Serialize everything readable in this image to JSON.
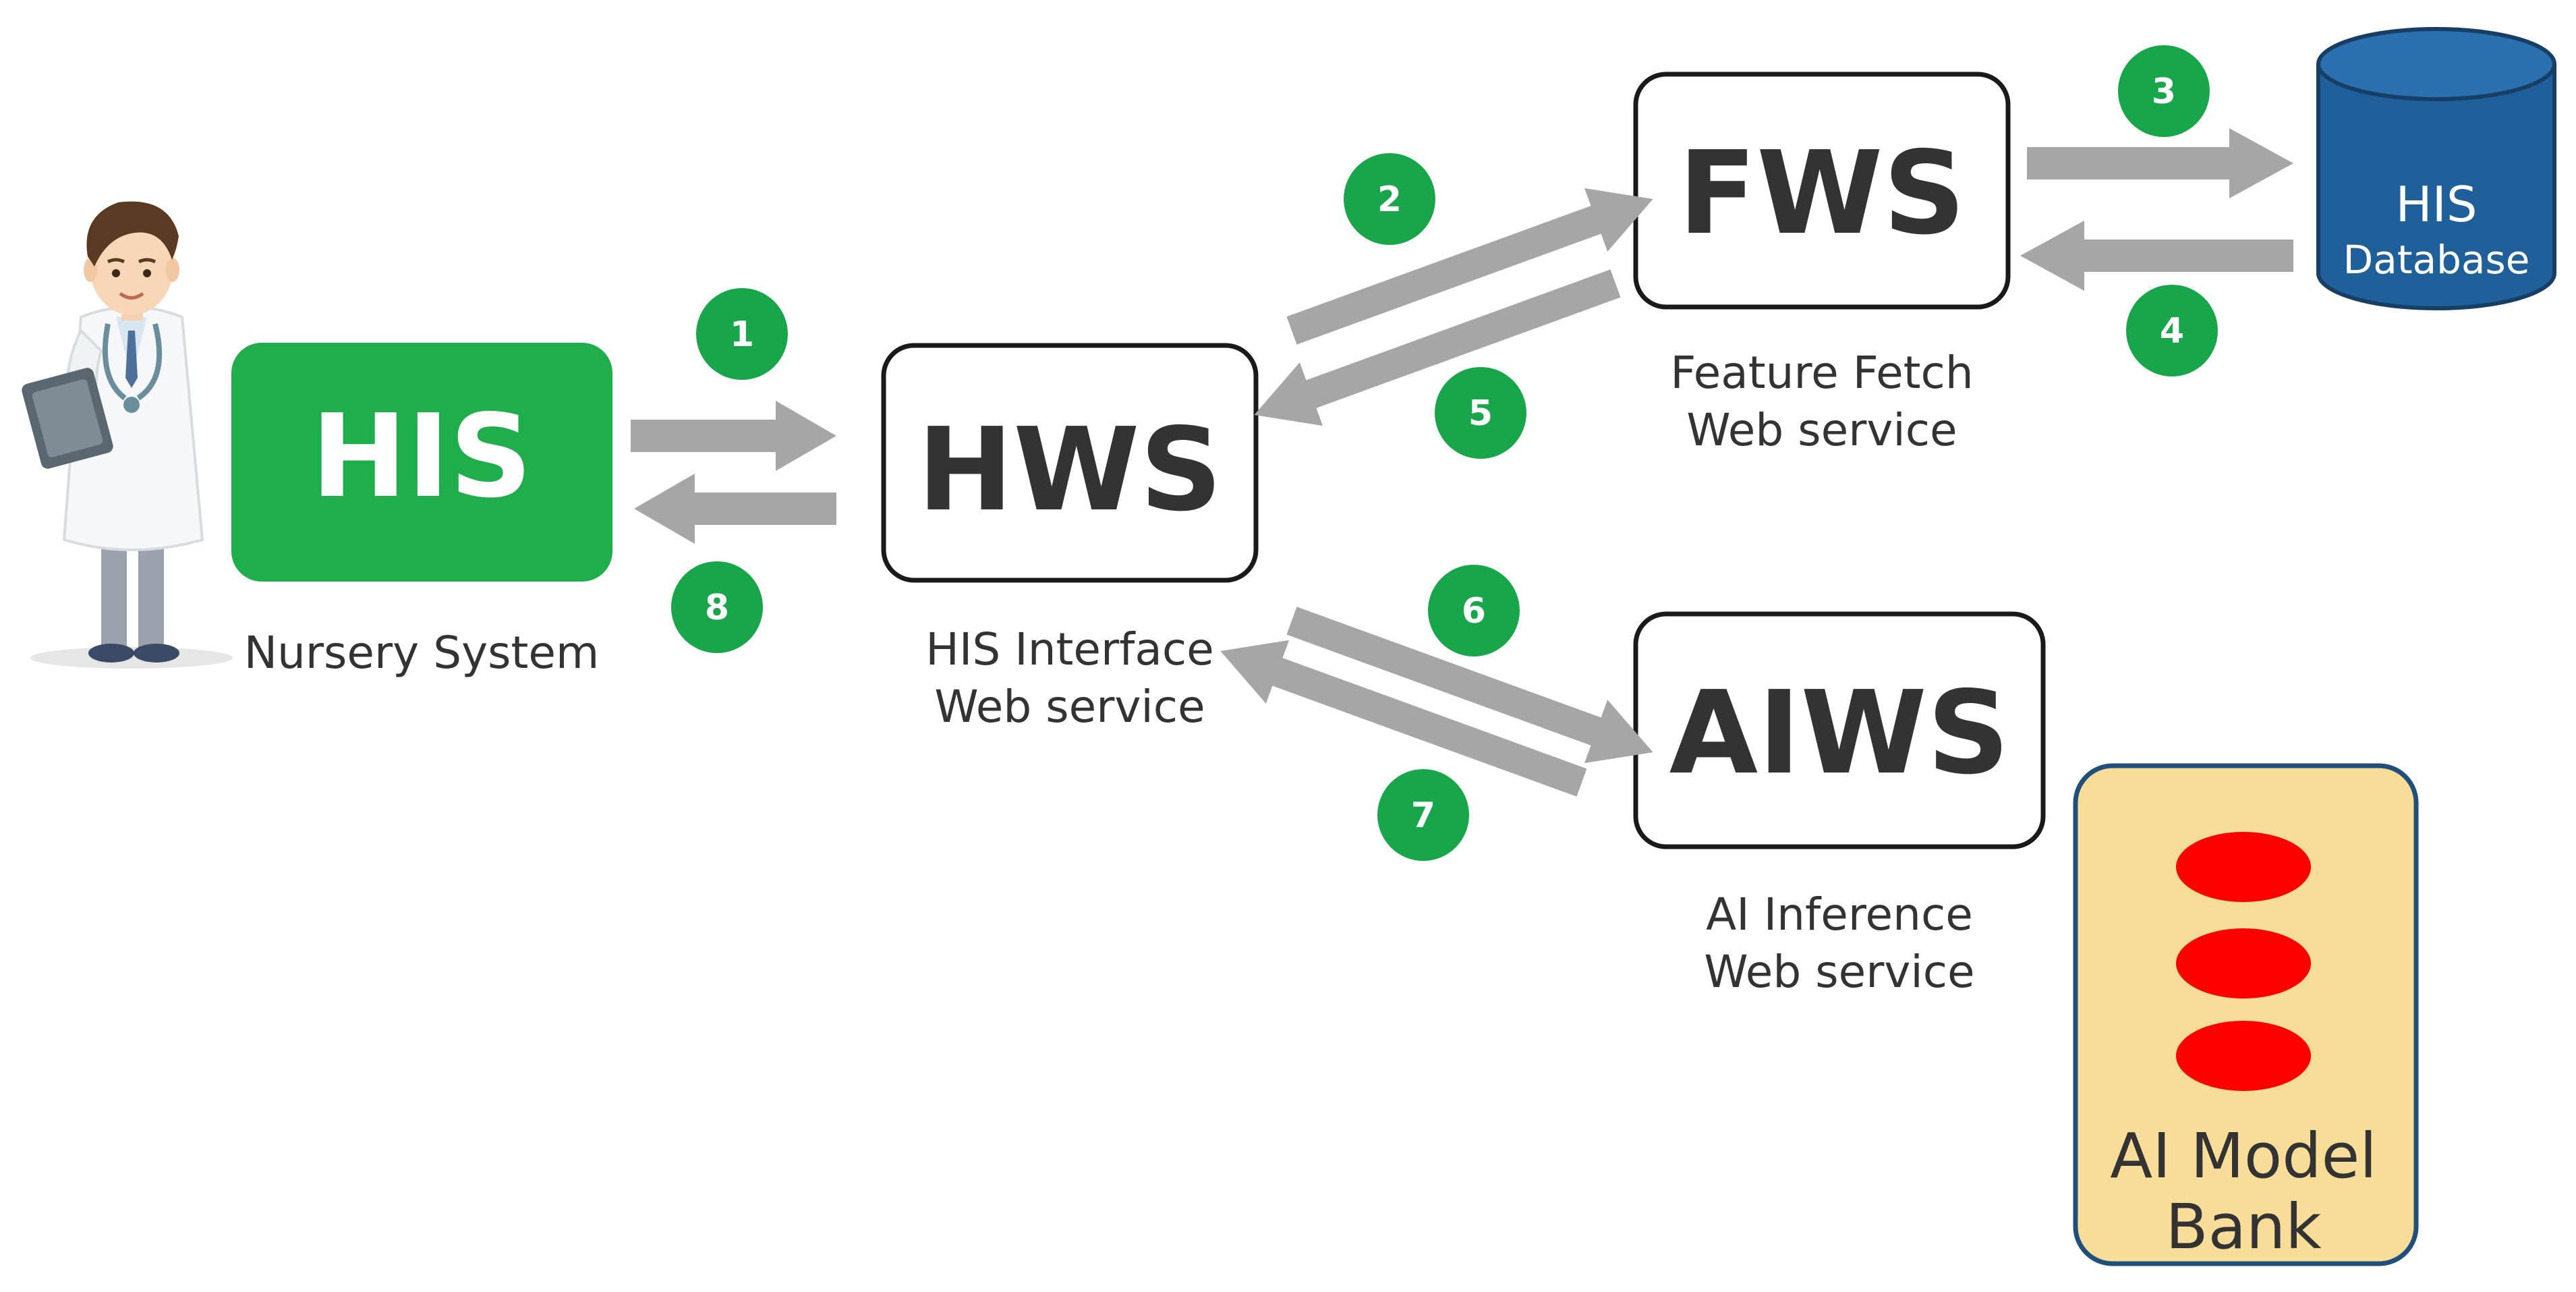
{
  "nodes": {
    "his": {
      "label": "HIS",
      "caption": "Nursery System"
    },
    "hws": {
      "label": "HWS",
      "caption_line1": "HIS Interface",
      "caption_line2": "Web service"
    },
    "fws": {
      "label": "FWS",
      "caption_line1": "Feature Fetch",
      "caption_line2": "Web service"
    },
    "aiws": {
      "label": "AIWS",
      "caption_line1": "AI Inference",
      "caption_line2": "Web service"
    },
    "database": {
      "line1": "HIS",
      "line2": "Database"
    },
    "model_bank": {
      "line1": "AI Model",
      "line2": "Bank"
    }
  },
  "steps": [
    "1",
    "2",
    "3",
    "4",
    "5",
    "6",
    "7",
    "8"
  ],
  "colors": {
    "his_green": "#1fae4b",
    "step_green": "#19a64a",
    "arrow_gray": "#a6a6a6",
    "db_blue": "#1f5f9a",
    "bank_fill": "#f8dd98",
    "bank_border": "#1f4f7a",
    "model_red": "#ff0000",
    "text_dark": "#333333"
  },
  "icons": [
    "doctor-icon",
    "database-icon",
    "model-ellipse-icon"
  ]
}
